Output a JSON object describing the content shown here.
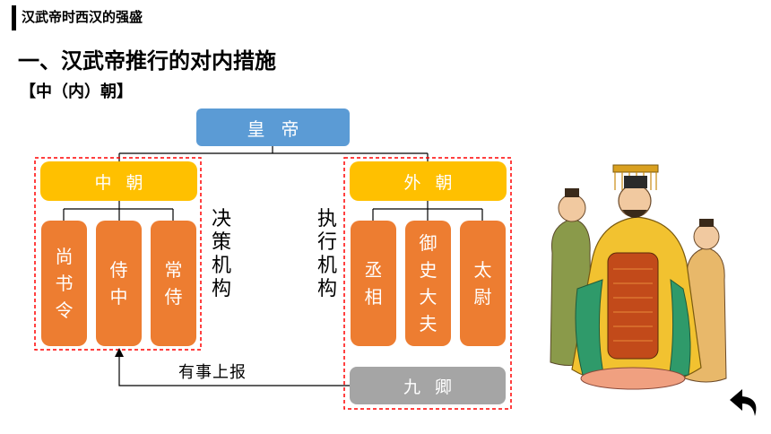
{
  "header": {
    "title": "汉武帝时西汉的强盛"
  },
  "section": {
    "title": "一、汉武帝推行的对内措施",
    "subtitle": "【中（内）朝】"
  },
  "diagram": {
    "emperor": "皇帝",
    "inner_court": {
      "label": "中朝",
      "officials": [
        "尚书令",
        "侍中",
        "常侍"
      ],
      "role": "决策机构"
    },
    "outer_court": {
      "label": "外朝",
      "officials": [
        "丞相",
        "御史大夫",
        "太尉"
      ],
      "role": "执行机构",
      "ministers": "九卿"
    },
    "report": "有事上报"
  },
  "colors": {
    "emperor": "#5b9bd5",
    "court": "#ffc000",
    "official": "#ed7d31",
    "ministers": "#a5a5a5",
    "dashed_border": "#ff0000"
  },
  "icons": {
    "back": "back-arrow-icon",
    "figure": "emperor-illustration"
  }
}
